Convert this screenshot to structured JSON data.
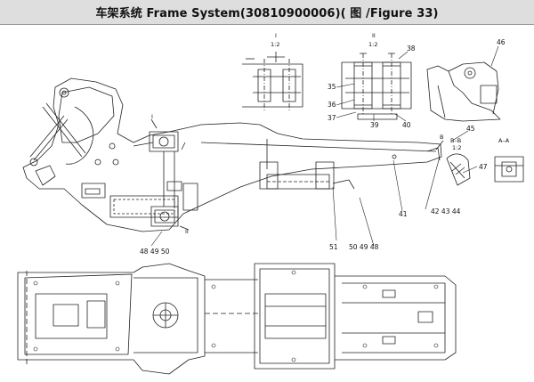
{
  "title": "车架系统  Frame System(30810900006)(  图  /Figure 33)",
  "callouts": [
    "35",
    "36",
    "37",
    "38",
    "39",
    "40",
    "41",
    "42",
    "43",
    "44",
    "45",
    "46",
    "47",
    "48",
    "49",
    "50",
    "51"
  ],
  "group_labels": [
    "48 49 50",
    "50  49  48",
    "42  43  44"
  ],
  "section_labels": {
    "section_I": "I",
    "section_I_scale": "1:2",
    "section_II": "II",
    "section_II_scale": "1:2",
    "section_BB": "B–B",
    "section_BB_scale": "1:2",
    "section_AA": "A–A",
    "mark_I": "I",
    "mark_II": "II",
    "mark_B": "B"
  },
  "colors": {
    "line": "#222222",
    "title_bg": "#dedede",
    "paper": "#ffffff"
  }
}
